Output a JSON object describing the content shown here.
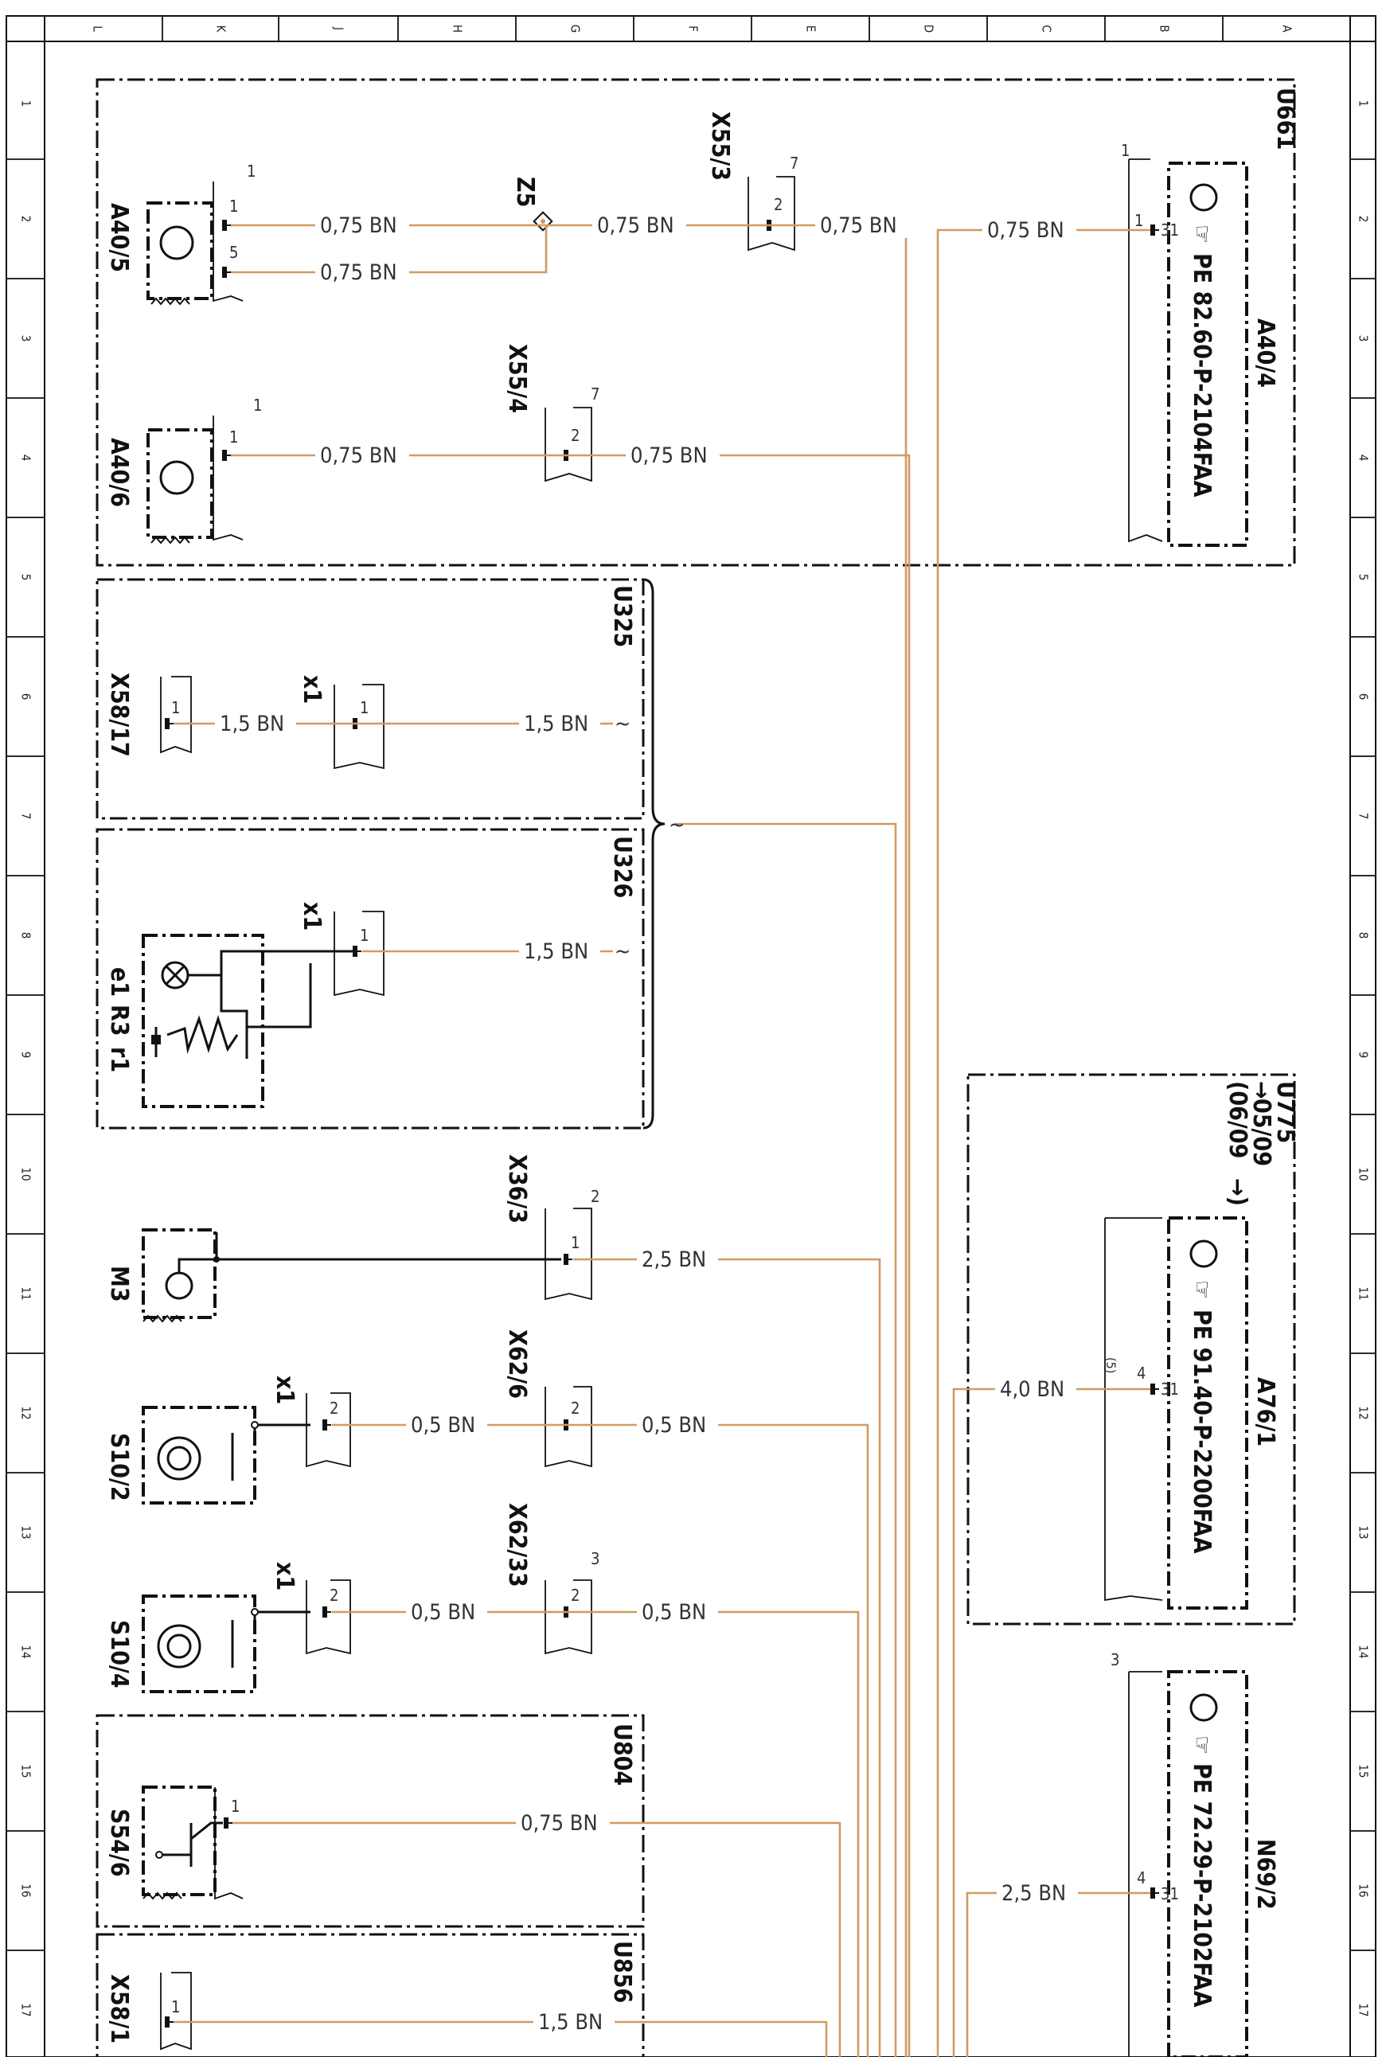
{
  "grid": {
    "columns": [
      "L",
      "K",
      "J",
      "H",
      "G",
      "F",
      "E",
      "D",
      "C",
      "B",
      "A"
    ],
    "rows": [
      "1",
      "2",
      "3",
      "4",
      "5",
      "6",
      "7",
      "8",
      "9",
      "10",
      "11",
      "12",
      "13",
      "14",
      "15",
      "16",
      "17"
    ]
  },
  "modules": {
    "u661": "U661",
    "u325": "U325",
    "u326": "U326",
    "u775": "U775",
    "u775_from": "05/09",
    "u775_to": "(06/09",
    "u804": "U804",
    "u856": "U856"
  },
  "components": {
    "a40_5": "A40/5",
    "a40_6": "A40/6",
    "a40_4": "A40/4",
    "a40_4_ref": "PE 82.60-P-2104FAA",
    "a76_1": "A76/1",
    "a76_1_ref": "PE 91.40-P-2200FAA",
    "n69_2": "N69/2",
    "n69_2_ref": "PE 72.29-P-2102FAA",
    "x55_3": "X55/3",
    "x55_4": "X55/4",
    "z5": "Z5",
    "x58_17": "X58/17",
    "x58_1": "X58/1",
    "x36_3": "X36/3",
    "x62_6": "X62/6",
    "x62_33": "X62/33",
    "m3": "M3",
    "s10_2": "S10/2",
    "s10_4": "S10/4",
    "s54_6": "S54/6",
    "e1": "e1",
    "r3": "R3",
    "r1": "r1",
    "x1": "x1"
  },
  "wires": {
    "w075": "0,75 BN",
    "w15": "1,5 BN",
    "w25": "2,5 BN",
    "w05": "0,5 BN",
    "w40": "4,0 BN"
  },
  "pins": {
    "p1": "1",
    "p2": "2",
    "p3": "3",
    "p4": "4",
    "p5": "5",
    "p7": "7",
    "p31": "31",
    "p5b": "(5)"
  },
  "colors": {
    "wire_brown": "#d19a62",
    "ink": "#111111"
  }
}
